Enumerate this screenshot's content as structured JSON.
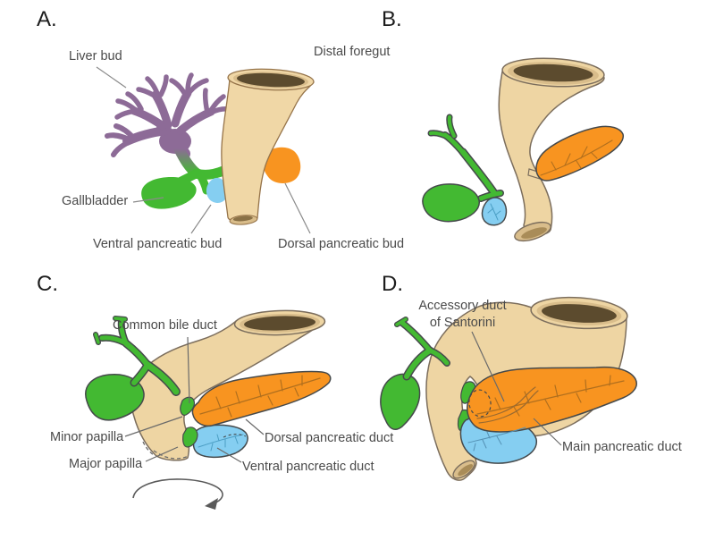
{
  "panels": {
    "a": {
      "letter": "A.",
      "labels": {
        "liver_bud": "Liver bud",
        "distal_foregut": "Distal foregut",
        "gallbladder": "Gallbladder",
        "ventral_pancreatic_bud": "Ventral pancreatic bud",
        "dorsal_pancreatic_bud": "Dorsal pancreatic bud"
      }
    },
    "b": {
      "letter": "B."
    },
    "c": {
      "letter": "C.",
      "labels": {
        "common_bile_duct": "Common bile duct",
        "minor_papilla": "Minor papilla",
        "major_papilla": "Major papilla",
        "dorsal_pancreatic_duct": "Dorsal pancreatic duct",
        "ventral_pancreatic_duct": "Ventral pancreatic duct"
      }
    },
    "d": {
      "letter": "D.",
      "labels": {
        "accessory_duct_line1": "Accessory duct",
        "accessory_duct_line2": "of Santorini",
        "main_pancreatic_duct": "Main pancreatic duct"
      }
    }
  },
  "colors": {
    "foregut_fill": "#eed5a3",
    "foregut_outline_a": "#96744a",
    "foregut_outline": "#7c6e5d",
    "lumen_dark": "#5c4b2e",
    "liver_purple": "#8d6b97",
    "biliary_green": "#43b932",
    "ventral_pancreas_blue": "#85cef1",
    "dorsal_pancreas_orange": "#f89420",
    "shape_outline": "#45494b",
    "label_text": "#4a4a4a",
    "leader_line": "#6a6a6a"
  }
}
